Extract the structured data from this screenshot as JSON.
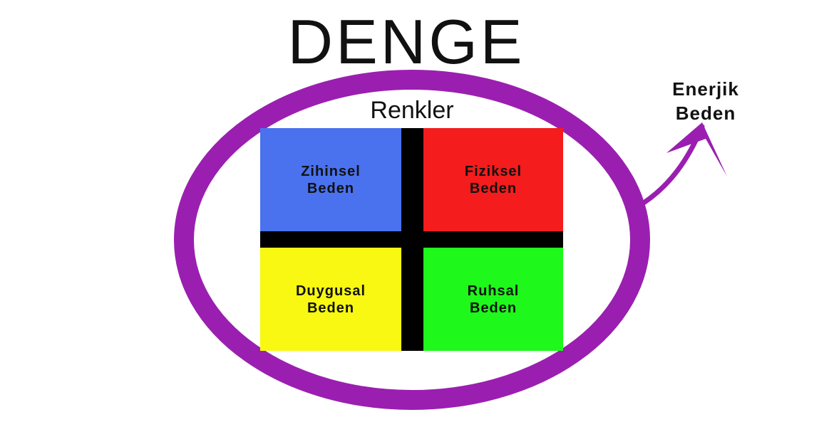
{
  "title": "DENGE",
  "subtitle": "Renkler",
  "quadrants": [
    {
      "line1": "Zihinsel",
      "line2": "Beden",
      "color": "#4a72ee"
    },
    {
      "line1": "Fiziksel",
      "line2": "Beden",
      "color": "#f41c1c"
    },
    {
      "line1": "Duygusal",
      "line2": "Beden",
      "color": "#f8f812"
    },
    {
      "line1": "Ruhsal",
      "line2": "Beden",
      "color": "#1ef81a"
    }
  ],
  "outer_label": {
    "line1": "Enerjik",
    "line2": "Beden"
  },
  "ring_color": "#9a1fb0"
}
